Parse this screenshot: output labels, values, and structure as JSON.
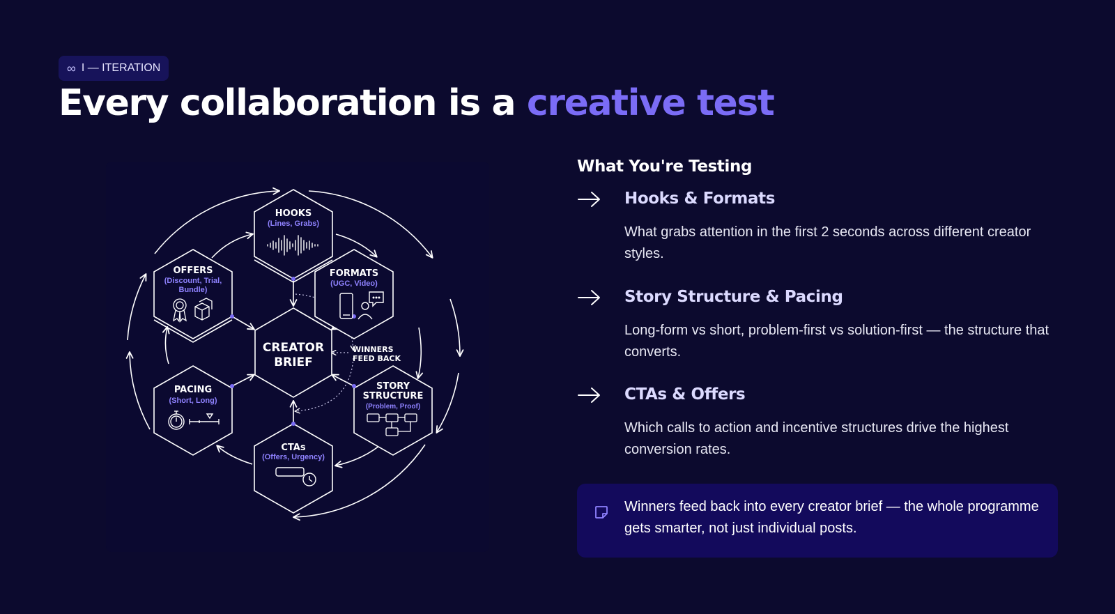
{
  "section_tag": {
    "icon": "infinity-icon",
    "symbol": "∞",
    "label": "I — ITERATION"
  },
  "headline": {
    "main": "Every collaboration is a ",
    "accent": "creative test"
  },
  "diagram": {
    "center": {
      "line1": "CREATOR",
      "line2": "BRIEF"
    },
    "feedback_label": {
      "line1": "WINNERS",
      "line2": "FEED BACK"
    },
    "nodes": {
      "hooks": {
        "title": "HOOKS",
        "sub": "(Lines, Grabs)",
        "icon": "sound-wave-icon"
      },
      "formats": {
        "title": "FORMATS",
        "sub": "(UGC, Video)",
        "icon": "phone-creator-icon"
      },
      "story": {
        "title1": "STORY",
        "title2": "STRUCTURE",
        "sub": "(Problem, Proof)",
        "icon": "flowchart-icon"
      },
      "ctas": {
        "title": "CTAs",
        "sub": "(Offers, Urgency)",
        "icon": "button-timer-icon"
      },
      "pacing": {
        "title": "PACING",
        "sub": "(Short, Long)",
        "icon": "stopwatch-timeline-icon"
      },
      "offers": {
        "title": "OFFERS",
        "sub1": "(Discount, Trial,",
        "sub2": "Bundle)",
        "icon": "badge-box-icon"
      }
    }
  },
  "testing": {
    "heading": "What You're Testing",
    "items": [
      {
        "title": "Hooks & Formats",
        "desc": "What grabs attention in the first 2 seconds across different creator styles."
      },
      {
        "title": "Story Structure & Pacing",
        "desc": "Long-form vs short, problem-first vs solution-first — the structure that converts."
      },
      {
        "title": "CTAs & Offers",
        "desc": "Which calls to action and incentive structures drive the highest conversion rates."
      }
    ]
  },
  "note": {
    "icon": "note-icon",
    "text": "Winners feed back into every creator brief — the whole programme gets smarter, not just individual posts."
  },
  "colors": {
    "background": "#0c0a2e",
    "accent": "#7b6cf6",
    "label_purple": "#8f82ff",
    "note_bg": "#130a5c"
  }
}
